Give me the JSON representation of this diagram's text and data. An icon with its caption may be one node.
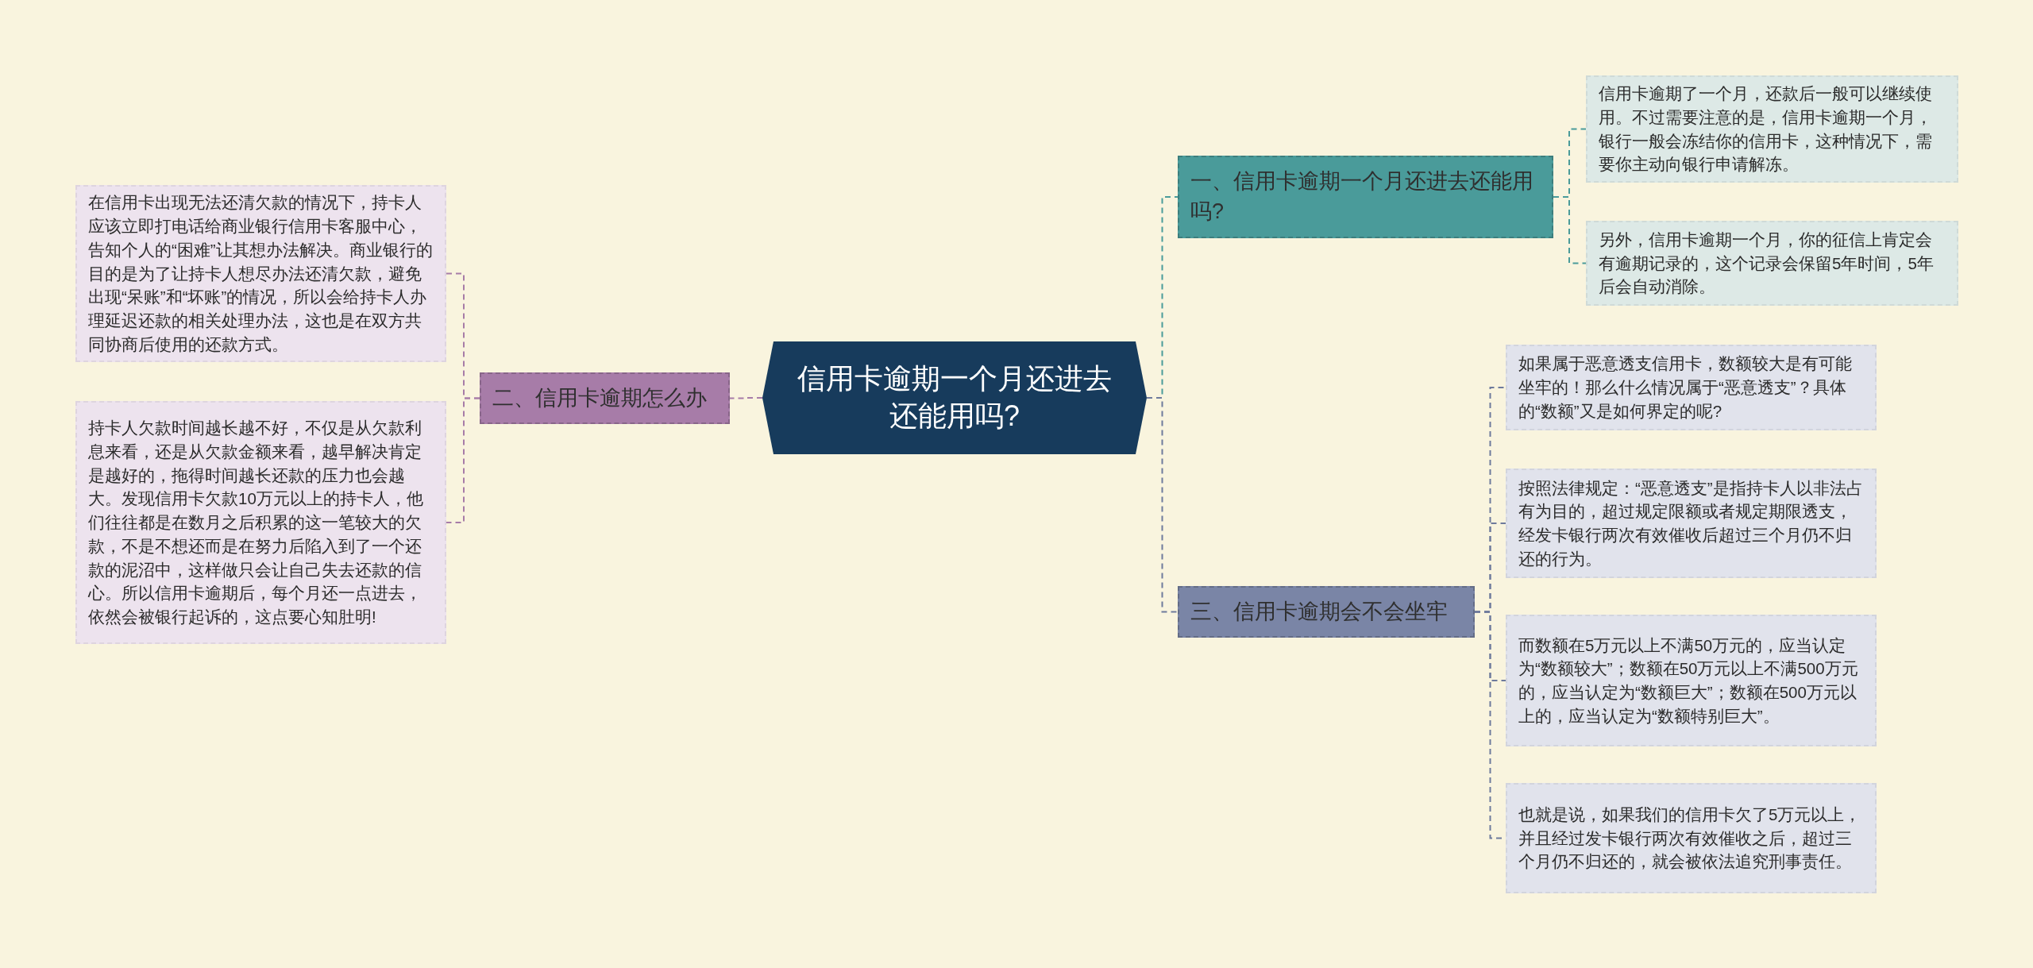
{
  "diagram": {
    "nodes": [
      {
        "text": [
          "信用卡逾期一个月还进去还能用吗?"
        ]
      },
      {
        "text": [
          "一、信用卡逾期一个月还进去还能用吗?"
        ]
      },
      {
        "text": [
          "信用卡逾期了一个月，还款后一般可以继续使用。不过需要注意的是，信用卡逾期一个月，银行一般会冻结你的信用卡，这种情况下，需要你主动向银行申请解冻。"
        ]
      },
      {
        "text": [
          "另外，信用卡逾期一个月，你的征信上肯定会有逾期记录的，这个记录会保留5年时间，5年后会自动消除。"
        ]
      },
      {
        "text": [
          "二、信用卡逾期怎么办"
        ]
      },
      {
        "text": [
          "在信用卡出现无法还清欠款的情况下，持卡人应该立即打电话给商业银行信用卡客服中心，告知个人的“困难”让其想办法解决。商业银行的目的是为了让持卡人想尽办法还清欠款，避免出现“呆账”和“坏账”的情况，所以会给持卡人办理延迟还款的相关处理办法，这也是在双方共同协商后使用的还款方式。"
        ]
      },
      {
        "text": [
          "持卡人欠款时间越长越不好，不仅是从欠款利息来看，还是从欠款金额来看，越早解决肯定是越好的，拖得时间越长还款的压力也会越大。发现信用卡欠款10万元以上的持卡人，他们往往都是在数月之后积累的这一笔较大的欠款，不是不想还而是在努力后陷入到了一个还款的泥沼中，这样做只会让自己失去还款的信心。所以信用卡逾期后，每个月还一点进去，依然会被银行起诉的，这点要心知肚明!"
        ]
      },
      {
        "text": [
          "三、信用卡逾期会不会坐牢"
        ]
      },
      {
        "text": [
          "如果属于恶意透支信用卡，数额较大是有可能坐牢的！那么什么情况属于“恶意透支”？具体的“数额”又是如何界定的呢?"
        ]
      },
      {
        "text": [
          "按照法律规定：“恶意透支”是指持卡人以非法占有为目的，超过规定限额或者规定期限透支，经发卡银行两次有效催收后超过三个月仍不归还的行为。"
        ]
      },
      {
        "text": [
          "而数额在5万元以上不满50万元的，应当认定为“数额较大”；数额在50万元以上不满500万元的，应当认定为“数额巨大”；数额在500万元以上的，应当认定为“数额特别巨大”。"
        ]
      },
      {
        "text": [
          "也就是说，如果我们的信用卡欠了5万元以上，并且经过发卡银行两次有效催收之后，超过三个月仍不归还的，就会被依法追究刑事责任。"
        ]
      }
    ],
    "edges": [
      {
        "from": 0,
        "to": 1,
        "arrow": "none",
        "style": "dashed",
        "color": "#4a9b9a"
      },
      {
        "from": 1,
        "to": 2,
        "arrow": "none",
        "style": "dashed",
        "color": "#4a9b9a"
      },
      {
        "from": 1,
        "to": 3,
        "arrow": "none",
        "style": "dashed",
        "color": "#4a9b9a"
      },
      {
        "from": 0,
        "to": 4,
        "arrow": "none",
        "style": "dashed",
        "color": "#a77ca8"
      },
      {
        "from": 4,
        "to": 5,
        "arrow": "none",
        "style": "dashed",
        "color": "#a77ca8"
      },
      {
        "from": 4,
        "to": 6,
        "arrow": "none",
        "style": "dashed",
        "color": "#a77ca8"
      },
      {
        "from": 0,
        "to": 7,
        "arrow": "none",
        "style": "dashed",
        "color": "#6e7a9c"
      },
      {
        "from": 7,
        "to": 8,
        "arrow": "none",
        "style": "dashed",
        "color": "#6e7a9c"
      },
      {
        "from": 7,
        "to": 9,
        "arrow": "none",
        "style": "dashed",
        "color": "#6e7a9c"
      },
      {
        "from": 7,
        "to": 10,
        "arrow": "none",
        "style": "dashed",
        "color": "#6e7a9c"
      },
      {
        "from": 7,
        "to": 11,
        "arrow": "none",
        "style": "dashed",
        "color": "#6e7a9c"
      }
    ]
  }
}
